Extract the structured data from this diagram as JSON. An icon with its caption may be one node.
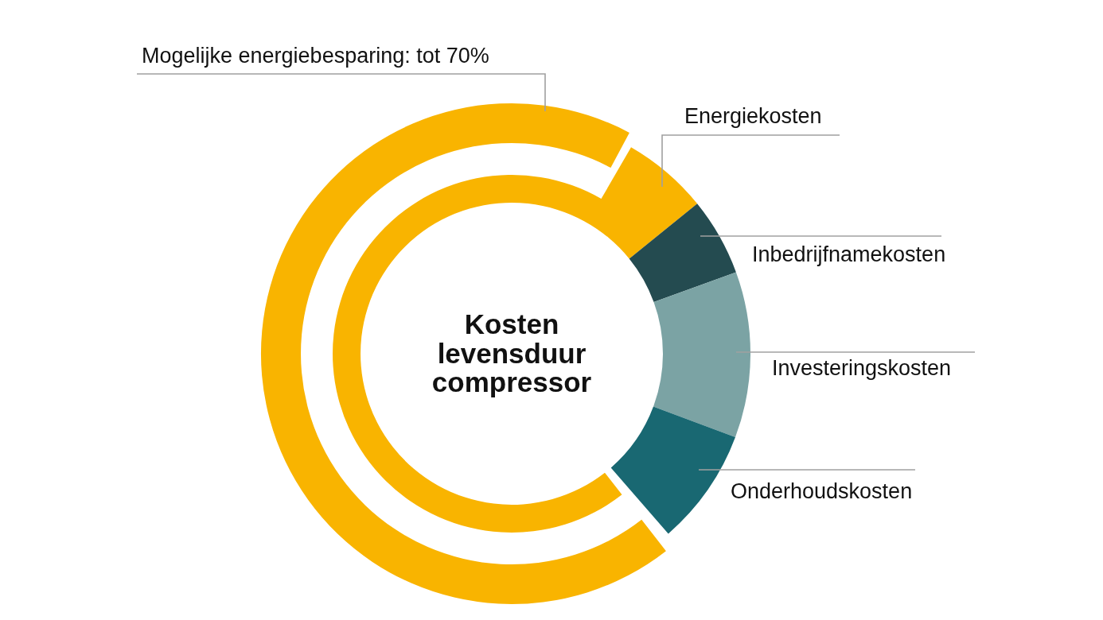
{
  "diagram": {
    "nodes": [
      {
        "text": [
          "Mogelijke energiebesparing: tot 70%"
        ]
      },
      {
        "text": [],
        "shape": "arc"
      },
      {
        "text": [
          "Energiekosten"
        ]
      },
      {
        "text": [],
        "shape": "arc"
      },
      {
        "text": [
          "Inbedrijfnamekosten"
        ]
      },
      {
        "text": [],
        "shape": "arc"
      },
      {
        "text": [
          "Investeringskosten"
        ]
      },
      {
        "text": [],
        "shape": "arc"
      },
      {
        "text": [
          "Onderhoudskosten"
        ]
      },
      {
        "text": [],
        "shape": "arc"
      },
      {
        "text": [
          "Kosten levensduur compressor"
        ]
      }
    ],
    "edges": [
      {
        "from": 0,
        "to": 1,
        "arrow": "none"
      },
      {
        "from": 2,
        "to": 3,
        "arrow": "none"
      },
      {
        "from": 4,
        "to": 5,
        "arrow": "none"
      },
      {
        "from": 6,
        "to": 7,
        "arrow": "none"
      },
      {
        "from": 8,
        "to": 9,
        "arrow": "none"
      }
    ]
  }
}
